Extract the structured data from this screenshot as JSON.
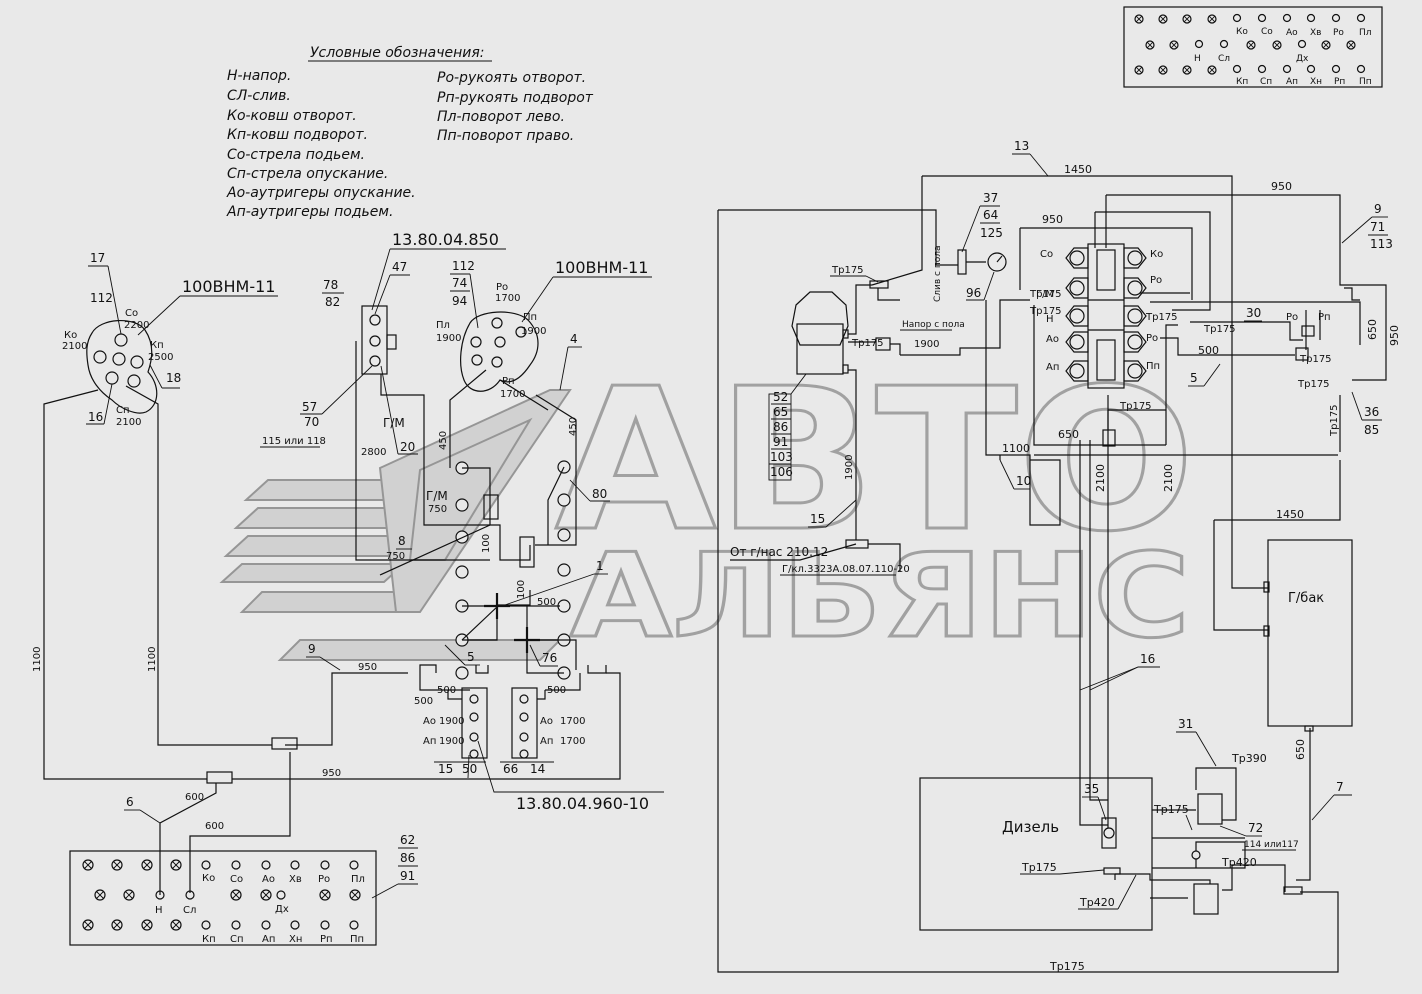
{
  "legend": {
    "title": "Условные обозначения:",
    "col1": [
      "Н-напор.",
      "СЛ-слив.",
      "Ко-ковш отворот.",
      "Кп-ковш подворот.",
      "Со-стрела подьем.",
      "Сп-стрела опускание.",
      "Ао-аутригеры опускание.",
      "Ап-аутригеры подьем."
    ],
    "col2": [
      "Ро-рукоять отворот.",
      "Рп-рукоять подворот",
      "Пл-поворот лево.",
      "Пп-поворот право."
    ]
  },
  "panel_labels": [
    "Ко",
    "Со",
    "Ао",
    "Хв",
    "Ро",
    "Пл",
    "Н",
    "Сл",
    "Дх",
    "Кп",
    "Сп",
    "Ап",
    "Хн",
    "Рп",
    "Пп"
  ],
  "labels": {
    "v1": "100ВНМ-11",
    "v2": "100ВНМ-11",
    "block": "13.80.04.850",
    "block2": "13.80.04.960-10",
    "gm": "Г/М",
    "gm2": "Г/М",
    "diesel": "Дизель",
    "tank": "Г/бак",
    "drain": "Слив с пола",
    "pressure": "Напор с пола",
    "from_pump": "От г/нас 210.12",
    "gkl": "Г/кл.3323А.08.07.110-20",
    "alt115": "115 или 118",
    "alt114": "114 или117",
    "n": "Н",
    "sl": "Сл",
    "ao": "Ао",
    "ap": "Ап"
  },
  "dims": {
    "d1450a": "1450",
    "d950a": "950",
    "d950b": "950",
    "d650a": "650",
    "d950c": "950",
    "d500a": "500",
    "d1100a": "1100",
    "d2100a": "2100",
    "d2100b": "2100",
    "d650b": "650",
    "d1450b": "1450",
    "d650c": "650",
    "d1900a": "1900",
    "d1900b": "1900",
    "d1100b": "1100",
    "d1100c": "1100",
    "d600a": "600",
    "d600b": "600",
    "d950d": "950",
    "d950e": "950",
    "d450a": "450",
    "d450b": "450",
    "d750a": "750",
    "d750b": "750",
    "d100a": "100",
    "d100b": "100",
    "d500b": "500",
    "d500c": "500",
    "d500d": "500",
    "d2800": "2800",
    "d1900c": "1900",
    "d1700c": "1700",
    "d1900d": "1900",
    "d1700d": "1700",
    "d2100c": "2100",
    "d2200": "2200",
    "d2500": "2500",
    "d2100d": "2100",
    "d1700a": "1700",
    "d1900e": "1900",
    "d1900f": "1900",
    "d1700b": "1700"
  },
  "pipes": {
    "tr175a": "Тр175",
    "tr175b": "Тр175",
    "tr175c": "Тр175",
    "tr175d": "Тр175",
    "tr175e": "Тр175",
    "tr175f": "Тр175",
    "tr175g": "Тр175",
    "tr175h": "Тр175",
    "tr175i": "Тр175",
    "tr175j": "Тр175",
    "tr175k": "Тр175",
    "tr175l": "Тр175",
    "tr175m": "Тр175",
    "tr390": "Тр390",
    "tr420a": "Тр420",
    "tr420b": "Тр420"
  },
  "ports": {
    "so": "Со",
    "gm": "Г/М",
    "n": "Н",
    "ao": "Ао",
    "ap": "Ап",
    "ko": "Ко",
    "ro": "Ро",
    "po": "Ро",
    "pp": "Пп",
    "sp": "Сп",
    "kp": "Кп",
    "rp": "Рп",
    "pl": "Пл",
    "ko_l": "Ко",
    "so_l": "Со",
    "kp_l": "Кп",
    "sp_l": "Сп",
    "ro_r": "Ро",
    "pl_r": "Пл",
    "pp_r": "Пп",
    "rp_r": "Рп",
    "ro_v": "Ро",
    "rp_v": "Рп"
  },
  "callouts": {
    "c1": "1",
    "c4": "4",
    "c5a": "5",
    "c5b": "5",
    "c6": "6",
    "c7": "7",
    "c8": "8",
    "c9a": "9",
    "c9b": "9",
    "c10": "10",
    "c13": "13",
    "c14": "14",
    "c15a": "15",
    "c15b": "15",
    "c16": "16",
    "c16b": "16",
    "c17": "17",
    "c18": "18",
    "c20": "20",
    "c30": "30",
    "c31": "31",
    "c35": "35",
    "c36": "36",
    "c37": "37",
    "c47": "47",
    "c50": "50",
    "c52": "52",
    "c57": "57",
    "c62": "62",
    "c64": "64",
    "c65": "65",
    "c66": "66",
    "c70": "70",
    "c71": "71",
    "c72": "72",
    "c74": "74",
    "c76": "76",
    "c78": "78",
    "c80": "80",
    "c82": "82",
    "c85": "85",
    "c86a": "86",
    "c86b": "86",
    "c91a": "91",
    "c91b": "91",
    "c94": "94",
    "c96": "96",
    "c103": "103",
    "c106": "106",
    "c112a": "112",
    "c112b": "112",
    "c113": "113",
    "c125": "125"
  },
  "watermark": {
    "line1": "АВТО",
    "line2": "АЛЬЯНС"
  }
}
